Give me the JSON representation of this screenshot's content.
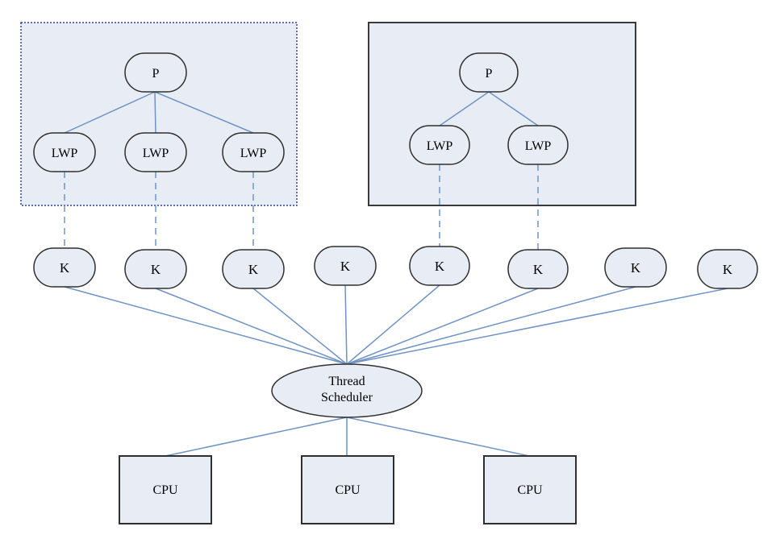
{
  "colors": {
    "line": "#6f93c4",
    "node_fill": "#e8edf5",
    "node_stroke": "#2f2f2f",
    "group_fill": "#e8edf5",
    "group1_border": "#2a3fb0",
    "group2_border": "#3a3a3a"
  },
  "process_groups": [
    {
      "border_style": "dotted",
      "process": "P",
      "lwps": [
        "LWP",
        "LWP",
        "LWP"
      ]
    },
    {
      "border_style": "solid",
      "process": "P",
      "lwps": [
        "LWP",
        "LWP"
      ]
    }
  ],
  "kernel_threads": [
    "K",
    "K",
    "K",
    "K",
    "K",
    "K",
    "K",
    "K"
  ],
  "scheduler": {
    "line1": "Thread",
    "line2": "Scheduler"
  },
  "cpus": [
    "CPU",
    "CPU",
    "CPU"
  ]
}
